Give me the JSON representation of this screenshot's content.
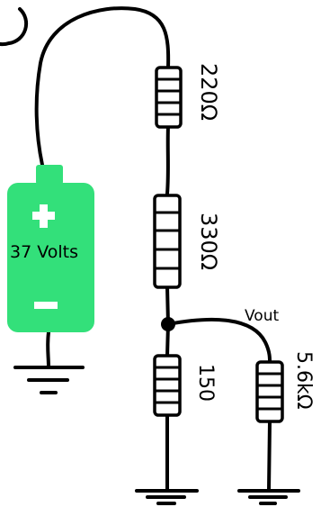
{
  "battery": {
    "label": "37 Volts",
    "body_color": "#33e07a",
    "sign_color": "#ffffff"
  },
  "resistors": {
    "r1": {
      "label": "220Ω"
    },
    "r2": {
      "label": "330Ω"
    },
    "r3": {
      "label": "150"
    },
    "r4": {
      "label": "5.6kΩ"
    }
  },
  "node": {
    "label": "Vout"
  }
}
